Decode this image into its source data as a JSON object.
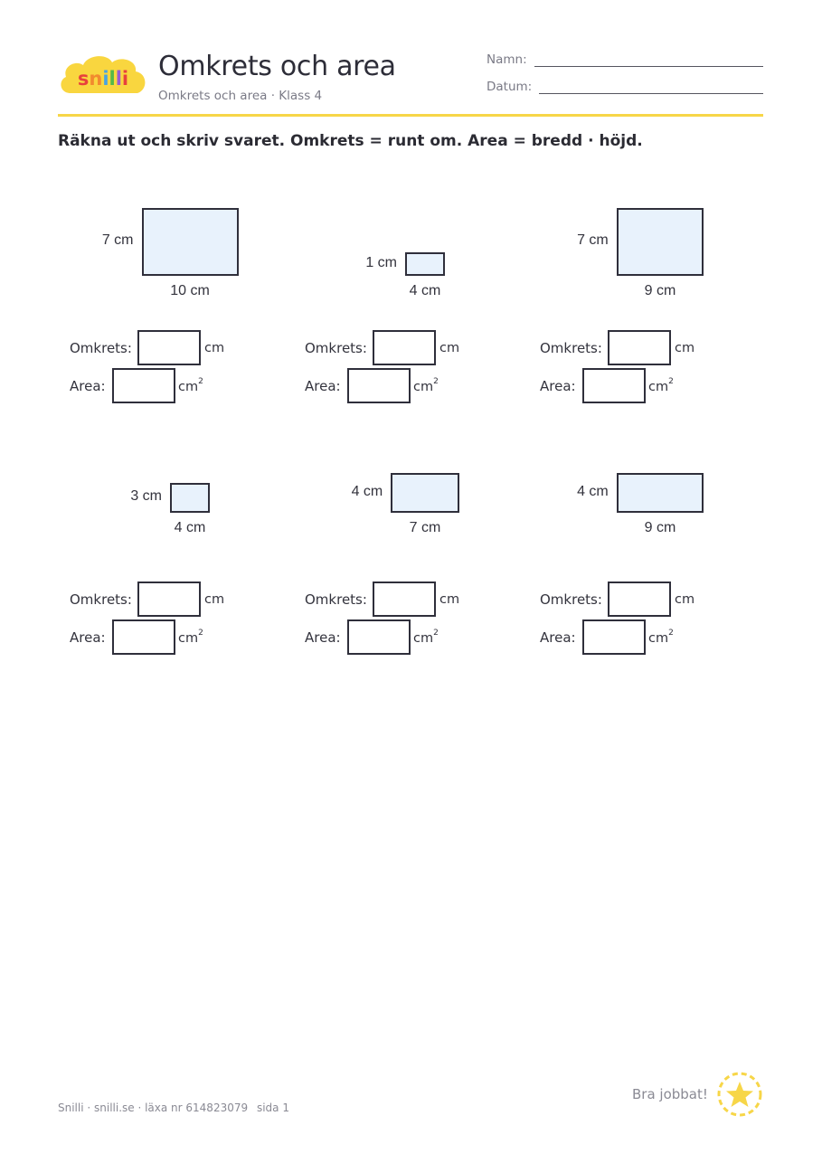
{
  "header": {
    "logo_text": "snilli",
    "title": "Omkrets och area",
    "subtitle": "Omkrets och area · Klass 4",
    "name_label": "Namn:",
    "date_label": "Datum:"
  },
  "instruction": "Räkna ut och skriv svaret. Omkrets = runt om. Area = bredd · höjd.",
  "labels": {
    "perimeter": "Omkrets:",
    "area": "Area:",
    "perimeter_unit": "cm",
    "area_unit": "cm",
    "area_unit_exp": "2"
  },
  "exercises": [
    {
      "height_label": "7 cm",
      "width_label": "10 cm",
      "height_cm": 7,
      "width_cm": 10
    },
    {
      "height_label": "1 cm",
      "width_label": "4 cm",
      "height_cm": 1,
      "width_cm": 4
    },
    {
      "height_label": "7 cm",
      "width_label": "9 cm",
      "height_cm": 7,
      "width_cm": 9
    },
    {
      "height_label": "3 cm",
      "width_label": "4 cm",
      "height_cm": 3,
      "width_cm": 4
    },
    {
      "height_label": "4 cm",
      "width_label": "7 cm",
      "height_cm": 4,
      "width_cm": 7
    },
    {
      "height_label": "4 cm",
      "width_label": "9 cm",
      "height_cm": 4,
      "width_cm": 9
    }
  ],
  "footer": {
    "brand": "Snilli · snilli.se · läxa nr 614823079",
    "page": "sida 1",
    "praise": "Bra jobbat!"
  },
  "colors": {
    "accent_yellow": "#f7d648",
    "shape_fill": "#e8f2fc",
    "ink": "#2f2f3b"
  }
}
